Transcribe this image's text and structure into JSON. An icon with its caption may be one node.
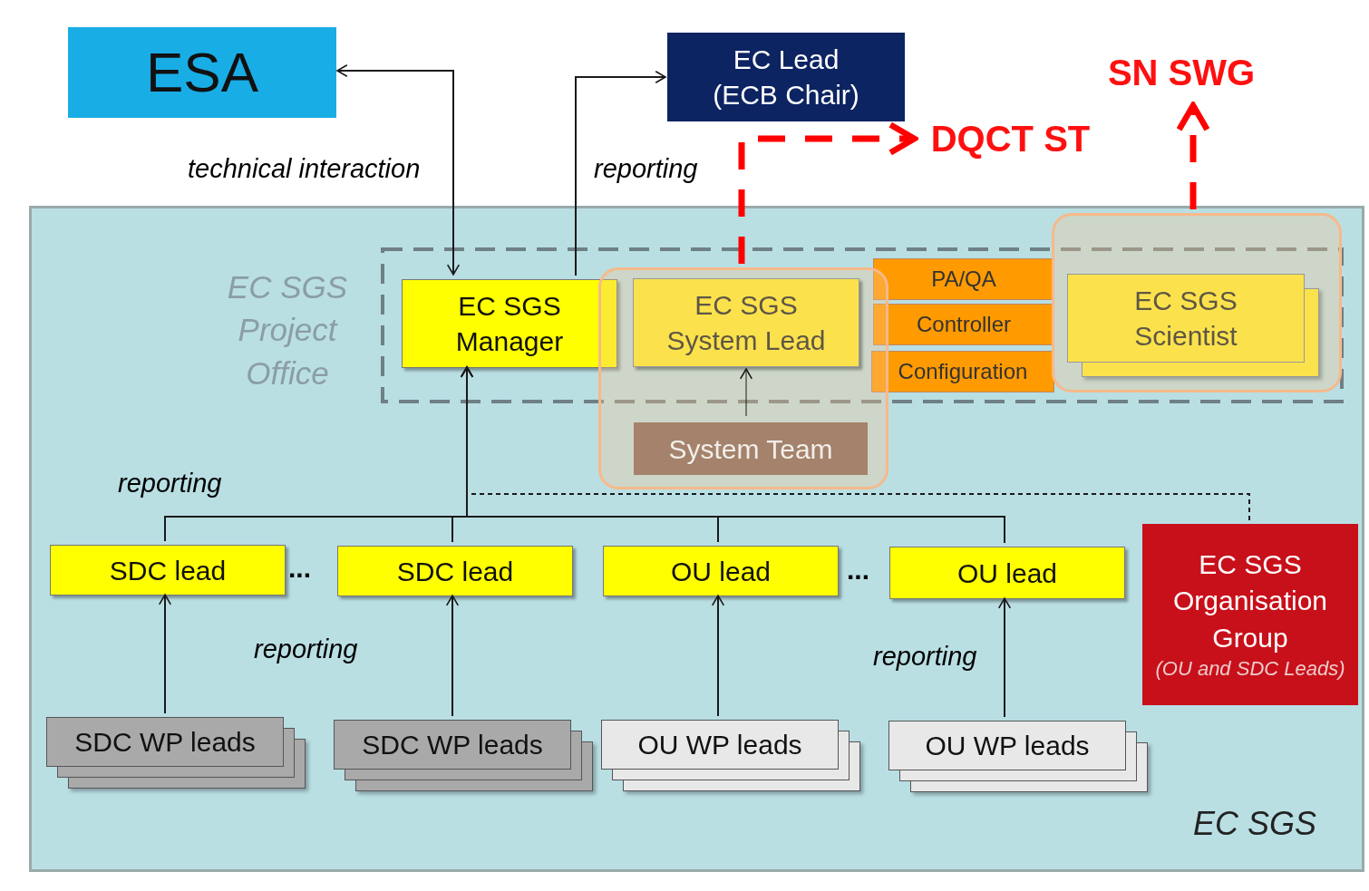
{
  "diagram": {
    "nodes": [
      {
        "text": [
          "ESA"
        ]
      },
      {
        "text": [
          "EC Lead (ECB Chair)"
        ]
      },
      {
        "text": [
          "DQCT ST"
        ]
      },
      {
        "text": [
          "SN SWG"
        ]
      },
      {
        "text": [
          "EC SGS"
        ]
      },
      {
        "text": [
          "EC SGS Project Office"
        ],
        "in": 4
      },
      {
        "text": [
          "EC SGS Manager"
        ],
        "in": 5
      },
      {
        "text": [],
        "shape": "box",
        "in": 4
      },
      {
        "text": [
          "EC SGS System Lead"
        ]
      },
      {
        "text": [
          "System Team"
        ],
        "in": 7
      },
      {
        "text": [
          "PA/QA"
        ],
        "in": 5
      },
      {
        "text": [
          "Controller"
        ],
        "in": 5
      },
      {
        "text": [
          "Configuration"
        ],
        "in": 5
      },
      {
        "text": [],
        "shape": "box",
        "in": 4
      },
      {
        "text": [
          "EC SGS Scientist"
        ]
      },
      {
        "text": [
          "SDC lead"
        ],
        "in": 4
      },
      {
        "text": [
          "SDC lead"
        ],
        "in": 4
      },
      {
        "text": [
          "OU lead"
        ],
        "in": 4
      },
      {
        "text": [
          "OU lead"
        ],
        "in": 4
      },
      {
        "text": [
          "EC SGS Organisation Group",
          "(OU and SDC Leads)"
        ],
        "in": 4
      },
      {
        "text": [
          "SDC WP leads"
        ],
        "in": 4
      },
      {
        "text": [
          "SDC WP leads"
        ],
        "in": 4
      },
      {
        "text": [
          "OU WP leads"
        ],
        "in": 4
      },
      {
        "text": [
          "OU WP leads"
        ],
        "in": 4
      }
    ],
    "edges": [
      {
        "from": 0,
        "to": 6,
        "arrow": "both",
        "label": "technical interaction"
      },
      {
        "from": 6,
        "to": 1,
        "arrow": "to",
        "label": "reporting"
      },
      {
        "from": 7,
        "to": 2,
        "arrow": "to",
        "style": "dashed",
        "color": "#ff0000"
      },
      {
        "from": 13,
        "to": 3,
        "arrow": "to",
        "style": "dashed",
        "color": "#ff0000"
      },
      {
        "from": 9,
        "to": 8,
        "arrow": "to"
      },
      {
        "from": 15,
        "to": 6,
        "arrow": "to",
        "label": "reporting"
      },
      {
        "from": 16,
        "to": 6,
        "arrow": "to"
      },
      {
        "from": 17,
        "to": 6,
        "arrow": "to"
      },
      {
        "from": 18,
        "to": 6,
        "arrow": "to"
      },
      {
        "from": 19,
        "to": 6,
        "arrow": "to",
        "style": "dashed"
      },
      {
        "from": 20,
        "to": 15,
        "arrow": "to"
      },
      {
        "from": 21,
        "to": 16,
        "arrow": "to",
        "label": "reporting"
      },
      {
        "from": 22,
        "to": 17,
        "arrow": "to"
      },
      {
        "from": 23,
        "to": 18,
        "arrow": "to",
        "label": "reporting"
      }
    ],
    "labels": [
      "...",
      "..."
    ]
  }
}
